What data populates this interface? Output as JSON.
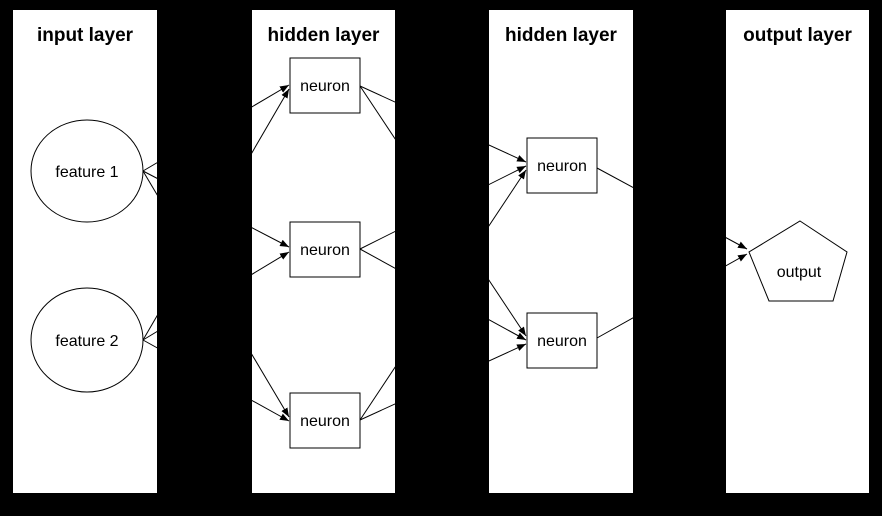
{
  "colors": {
    "background": "#000000",
    "panel": "#ffffff",
    "stroke": "#000000",
    "text": "#000000"
  },
  "layers": [
    {
      "title": "input layer",
      "nodes": [
        {
          "id": "feature-1",
          "label": "feature 1",
          "shape": "ellipse"
        },
        {
          "id": "feature-2",
          "label": "feature 2",
          "shape": "ellipse"
        }
      ]
    },
    {
      "title": "hidden layer",
      "nodes": [
        {
          "id": "h1-neuron-1",
          "label": "neuron",
          "shape": "box"
        },
        {
          "id": "h1-neuron-2",
          "label": "neuron",
          "shape": "box"
        },
        {
          "id": "h1-neuron-3",
          "label": "neuron",
          "shape": "box"
        }
      ]
    },
    {
      "title": "hidden layer",
      "nodes": [
        {
          "id": "h2-neuron-1",
          "label": "neuron",
          "shape": "box"
        },
        {
          "id": "h2-neuron-2",
          "label": "neuron",
          "shape": "box"
        }
      ]
    },
    {
      "title": "output layer",
      "nodes": [
        {
          "id": "output",
          "label": "output",
          "shape": "pentagon"
        }
      ]
    }
  ],
  "edges": [
    {
      "from": "feature-1",
      "to": "h1-neuron-1"
    },
    {
      "from": "feature-2",
      "to": "h1-neuron-1"
    },
    {
      "from": "feature-1",
      "to": "h1-neuron-2"
    },
    {
      "from": "feature-2",
      "to": "h1-neuron-2"
    },
    {
      "from": "feature-1",
      "to": "h1-neuron-3"
    },
    {
      "from": "feature-2",
      "to": "h1-neuron-3"
    },
    {
      "from": "h1-neuron-1",
      "to": "h2-neuron-1"
    },
    {
      "from": "h1-neuron-2",
      "to": "h2-neuron-1"
    },
    {
      "from": "h1-neuron-3",
      "to": "h2-neuron-1"
    },
    {
      "from": "h1-neuron-1",
      "to": "h2-neuron-2"
    },
    {
      "from": "h1-neuron-2",
      "to": "h2-neuron-2"
    },
    {
      "from": "h1-neuron-3",
      "to": "h2-neuron-2"
    },
    {
      "from": "h2-neuron-1",
      "to": "output"
    },
    {
      "from": "h2-neuron-2",
      "to": "output"
    }
  ]
}
